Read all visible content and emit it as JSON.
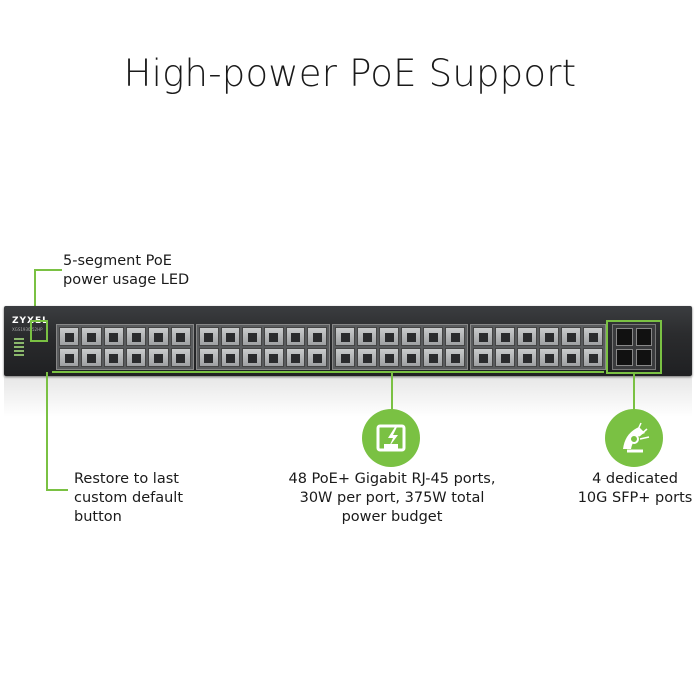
{
  "title": "High-power PoE Support",
  "switch": {
    "brand": "ZYXEL",
    "model": "XGS1930-52HP"
  },
  "callouts": {
    "led": "5-segment PoE\npower usage LED",
    "restore": "Restore to last\ncustom default\nbutton",
    "poe_ports": "48 PoE+ Gigabit RJ-45 ports,\n30W per port, 375W total\npower budget",
    "sfp": "4 dedicated\n10G SFP+ ports"
  },
  "icons": {
    "poe_badge": "ethernet-power-icon",
    "sfp_badge": "fiber-icon"
  },
  "colors": {
    "accent": "#7ac143",
    "switch_body": "#2b2c2e"
  }
}
